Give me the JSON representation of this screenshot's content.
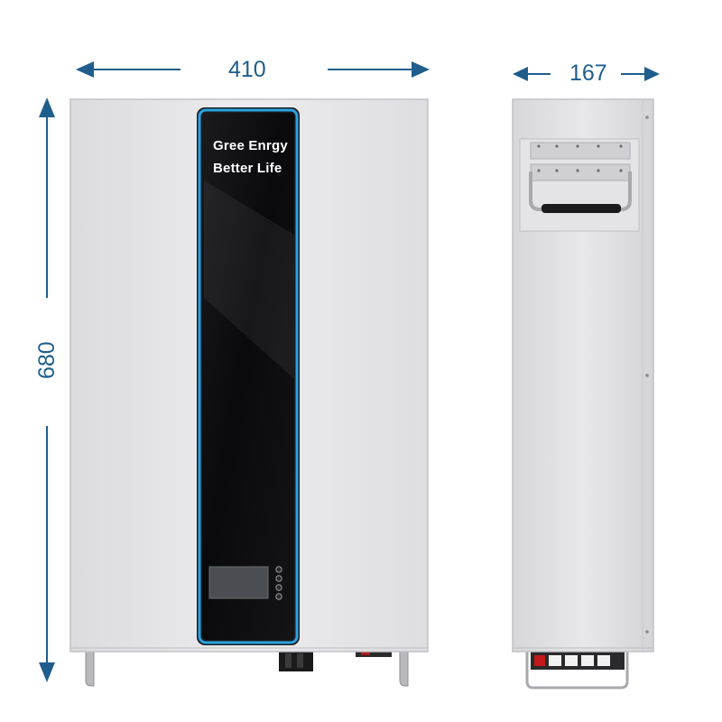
{
  "dimensions": {
    "width": "410",
    "height": "680",
    "depth": "167"
  },
  "front_panel": {
    "brand_line1": "Gree Enrgy",
    "brand_line2": "Better Life"
  },
  "colors": {
    "dimension_line": "#1f5e8c",
    "cabinet": "#e9e9eb",
    "glass": "#0b0b0d",
    "glass_border": "#2aa3e0"
  }
}
